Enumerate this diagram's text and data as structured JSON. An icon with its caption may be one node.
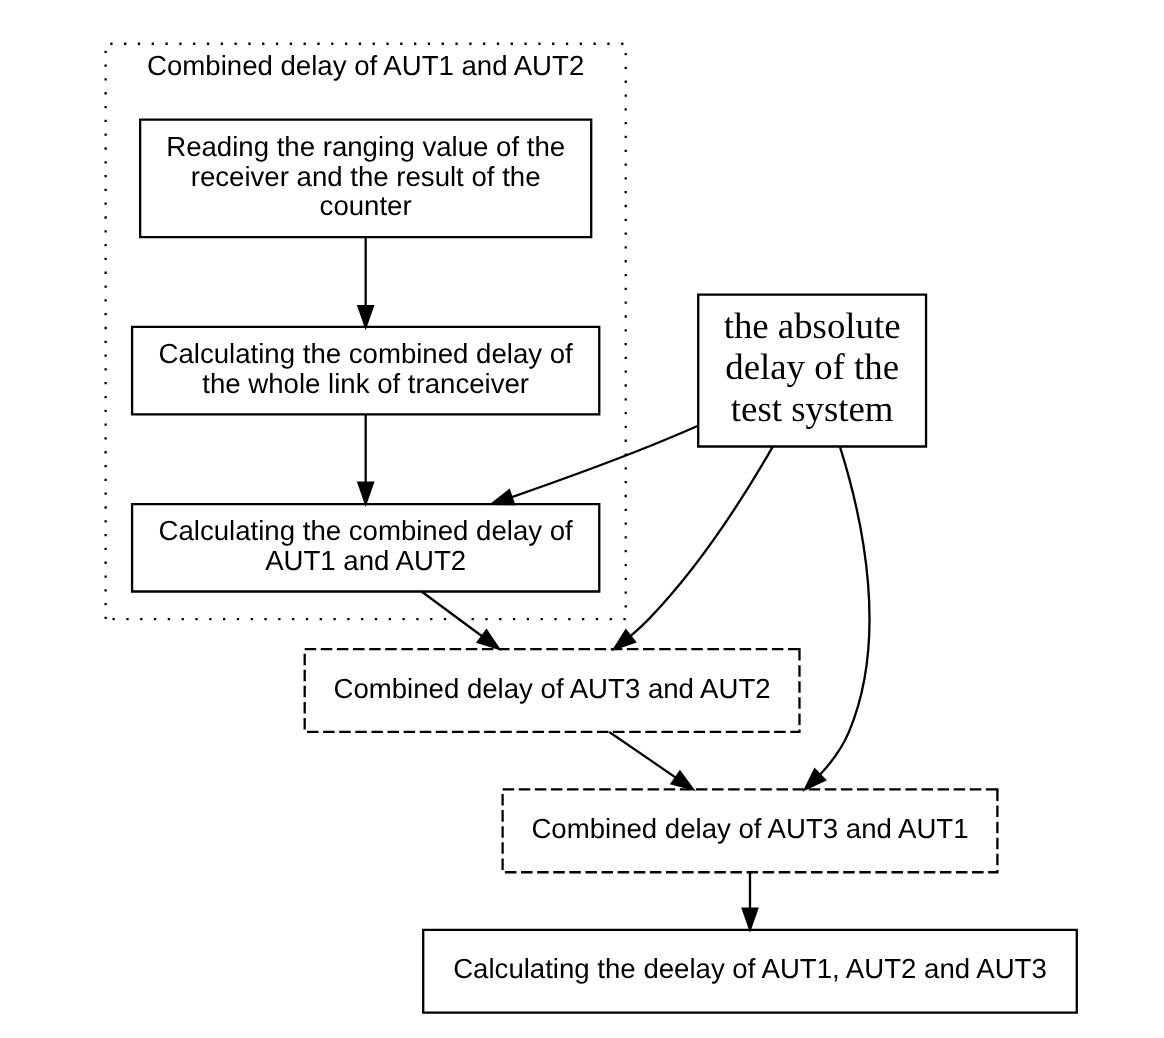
{
  "diagram": {
    "nodes": [
      {
        "text": [
          "Combined delay of AUT1 and AUT2"
        ]
      },
      {
        "text": [
          "Reading the ranging value of the receiver and the result of the counter"
        ],
        "in": 0
      },
      {
        "text": [
          "Calculating the combined delay of the whole link of tranceiver"
        ],
        "in": 0
      },
      {
        "text": [
          "Calculating the combined delay of AUT1 and AUT2"
        ],
        "in": 0
      },
      {
        "text": [
          "the absolute delay of the test system"
        ]
      },
      {
        "text": [
          "Combined delay of AUT3 and AUT2"
        ]
      },
      {
        "text": [
          "Combined delay of AUT3 and AUT1"
        ]
      },
      {
        "text": [
          "Calculating the deelay of AUT1, AUT2 and AUT3"
        ]
      }
    ],
    "edges": [
      {
        "from": 1,
        "to": 2,
        "arrow": "to"
      },
      {
        "from": 2,
        "to": 3,
        "arrow": "to"
      },
      {
        "from": 3,
        "to": 5,
        "arrow": "to"
      },
      {
        "from": 5,
        "to": 6,
        "arrow": "to"
      },
      {
        "from": 6,
        "to": 7,
        "arrow": "to"
      },
      {
        "from": 4,
        "to": 3,
        "arrow": "to"
      },
      {
        "from": 4,
        "to": 5,
        "arrow": "to"
      },
      {
        "from": 4,
        "to": 6,
        "arrow": "to"
      }
    ]
  }
}
